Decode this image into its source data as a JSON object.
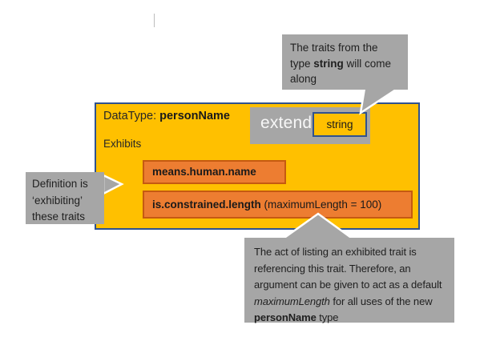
{
  "colors": {
    "datatype_fill": "#FFC000",
    "datatype_border": "#2F528F",
    "trait_fill": "#ED7D31",
    "trait_border": "#C55A11",
    "callout_gray": "#A6A6A6"
  },
  "datatype_box": {
    "title_label": "DataType: ",
    "title_name": "personName",
    "extends_label": "extends",
    "base_type": "string",
    "exhibits_label": "Exhibits",
    "traits": [
      {
        "name": "means.human.name",
        "args": ""
      },
      {
        "name": "is.constrained.length",
        "args": " (maximumLength = 100)"
      }
    ]
  },
  "callouts": {
    "top": {
      "line1": "The traits from the",
      "line2_pre": "type ",
      "line2_bold": "string",
      "line2_post": " will come",
      "line3": "along"
    },
    "left": {
      "line1": "Definition is",
      "line2": "‘exhibiting’",
      "line3": "these traits"
    },
    "bottom": {
      "line1": "The act of listing an exhibited trait is",
      "line2": "referencing this trait. Therefore, an",
      "line3": "argument can be given to act as a default",
      "line4_italic": "maximumLength",
      "line4_post": " for all uses of the new",
      "line5_bold": "personName",
      "line5_post": " type"
    }
  }
}
